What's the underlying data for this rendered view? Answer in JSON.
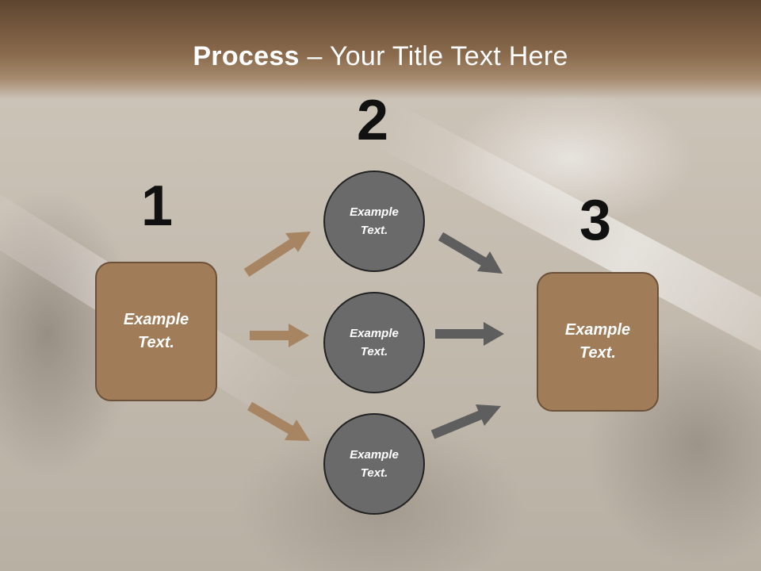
{
  "title": {
    "bold": "Process",
    "rest": " – Your Title Text Here"
  },
  "steps": {
    "one": "1",
    "two": "2",
    "three": "3"
  },
  "left_box": {
    "label": "Example\nText."
  },
  "middle_circles": [
    {
      "label": "Example\nText."
    },
    {
      "label": "Example\nText."
    },
    {
      "label": "Example\nText."
    }
  ],
  "right_box": {
    "label": "Example\nText."
  },
  "colors": {
    "brown": "#a07c58",
    "brown_arrow": "#a88562",
    "gray": "#6a6a6a",
    "gray_arrow": "#5e5e5e"
  }
}
